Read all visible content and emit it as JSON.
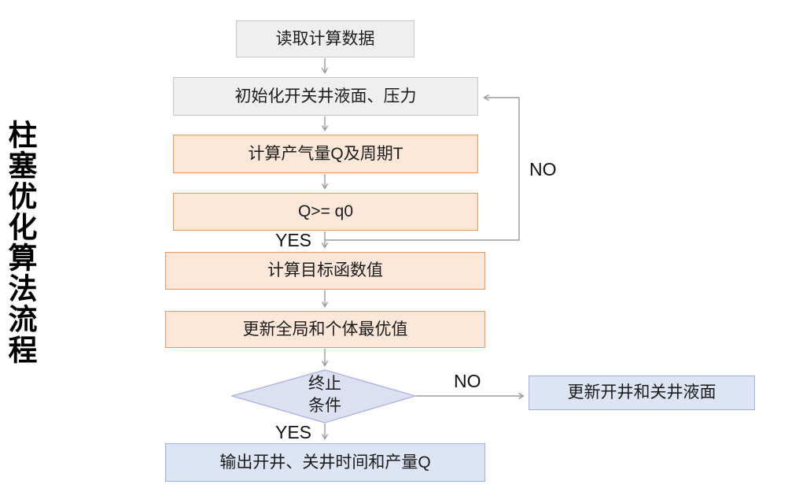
{
  "page": {
    "background": "#ffffff"
  },
  "sidebar_title": "柱塞优化算法流程",
  "flowchart": {
    "nodes": {
      "read_data": {
        "label": "读取计算数据",
        "type": "process-gray"
      },
      "initialize": {
        "label": "初始化开关井液面、压力",
        "type": "process-gray"
      },
      "calc_gas": {
        "label": "计算产气量Q及周期T",
        "type": "process-orange"
      },
      "q_condition": {
        "label": "Q>= q0",
        "type": "decision-orange"
      },
      "calc_objective": {
        "label": "计算目标函数值",
        "type": "process-orange"
      },
      "update_best": {
        "label": "更新全局和个体最优值",
        "type": "process-orange"
      },
      "terminate": {
        "label_line1": "终止",
        "label_line2": "条件",
        "type": "decision-diamond"
      },
      "update_levels": {
        "label": "更新开井和关井液面",
        "type": "process-blue"
      },
      "output": {
        "label": "输出开井、关井时间和产量Q",
        "type": "terminal-blue"
      }
    },
    "edge_labels": {
      "no_loop": "NO",
      "yes_continue": "YES",
      "no_terminate": "NO",
      "yes_terminate": "YES"
    }
  },
  "colors": {
    "page_bg": "#ffffff",
    "gray_fill": "#efefef",
    "gray_border": "#c6c6c6",
    "orange_fill": "#fce7d8",
    "orange_border": "#e89a62",
    "blue_fill": "#dde4f3",
    "blue_border": "#9fb2dc",
    "diamond_fill": "#dce0f1",
    "diamond_border": "#aab1dc",
    "arrow": "#9a9a9a"
  }
}
